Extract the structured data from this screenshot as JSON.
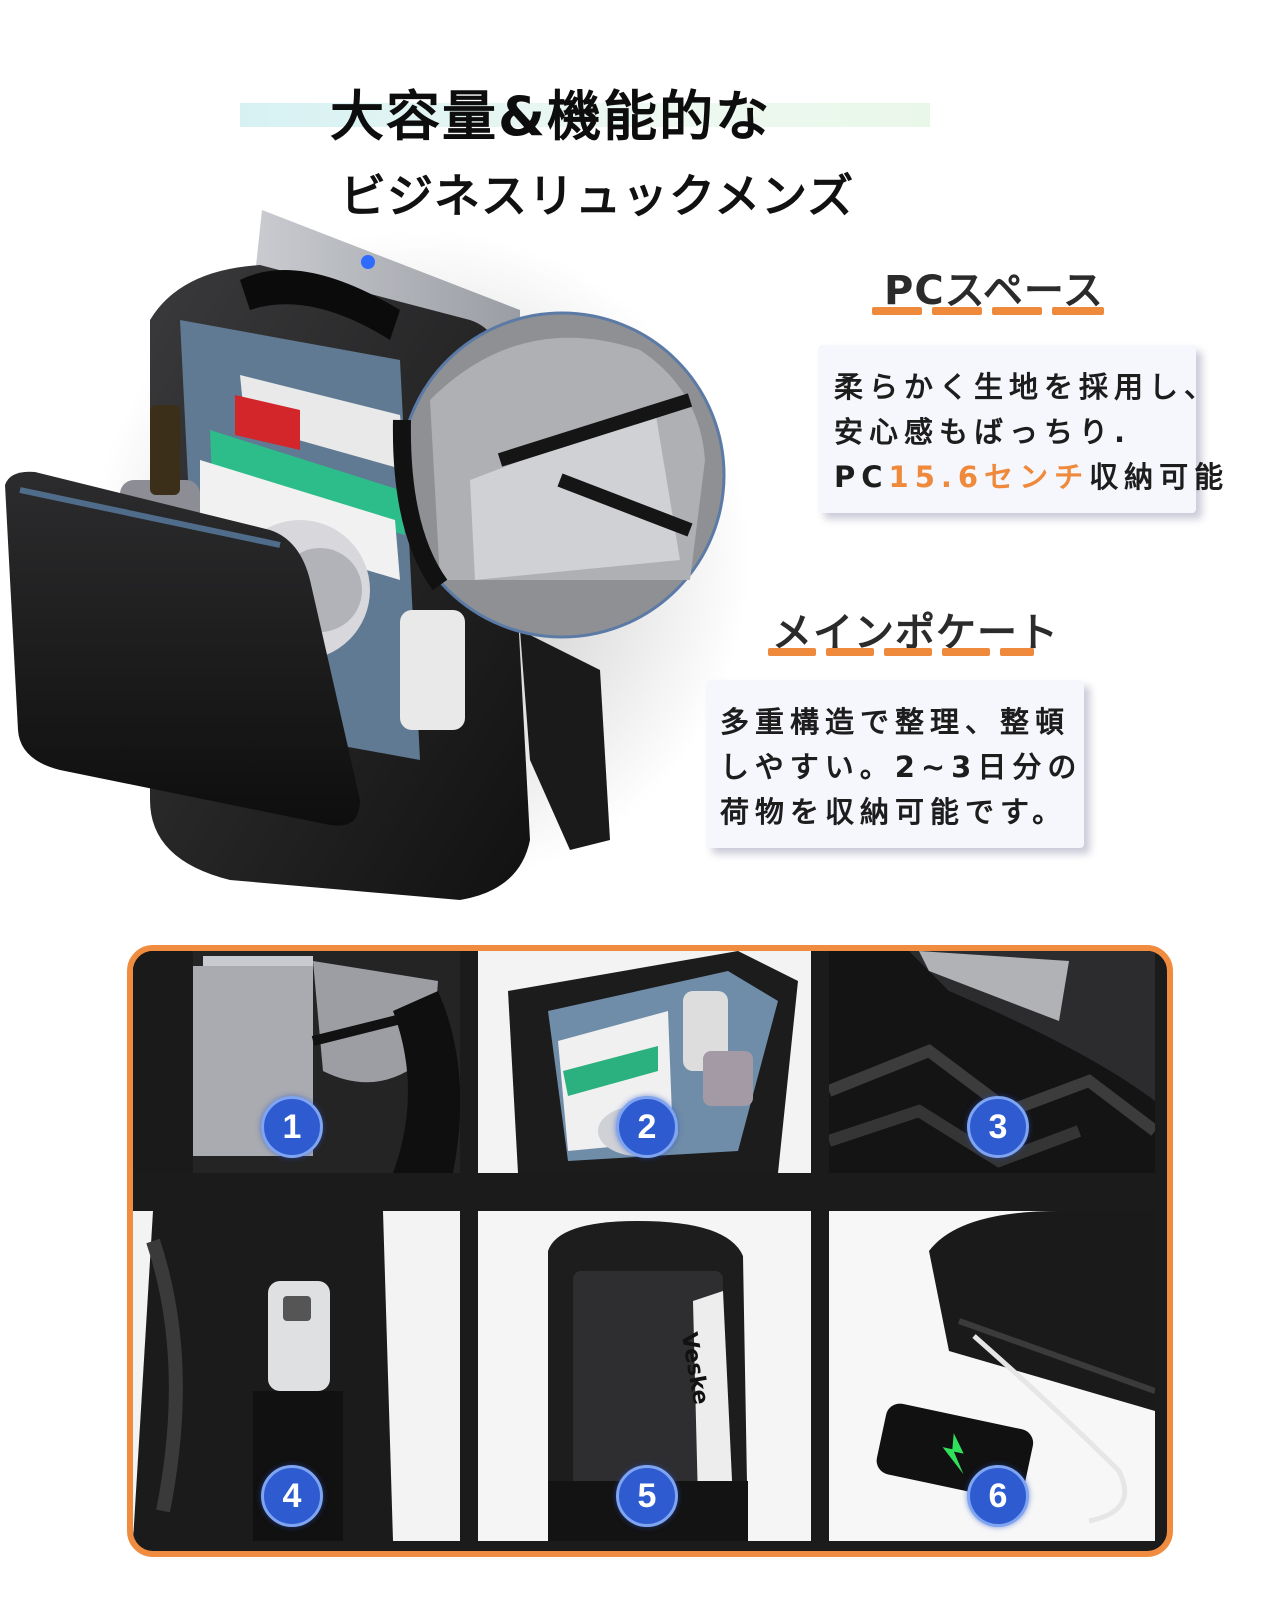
{
  "title": {
    "main": "大容量&機能的な",
    "sub": "ビジネスリュックメンズ"
  },
  "features": [
    {
      "label": "PCスペース",
      "lines": [
        "柔らかく生地を採用し、",
        "安心感もばっちり.",
        "PC",
        "15.6センチ",
        "収納可能"
      ]
    },
    {
      "label": "メインポケート",
      "lines": [
        "多重構造で整理、整頓",
        "しやすい。2~3日分の",
        "荷物を収納可能です。"
      ]
    }
  ],
  "grid": {
    "cells": [
      {
        "number": "1"
      },
      {
        "number": "2"
      },
      {
        "number": "3"
      },
      {
        "number": "4"
      },
      {
        "number": "5"
      },
      {
        "number": "6"
      }
    ],
    "book_text": "Veske"
  },
  "colors": {
    "accent": "#ef8a3c",
    "badge": "#2f5bd0",
    "box_bg": "#f6f7fd"
  }
}
